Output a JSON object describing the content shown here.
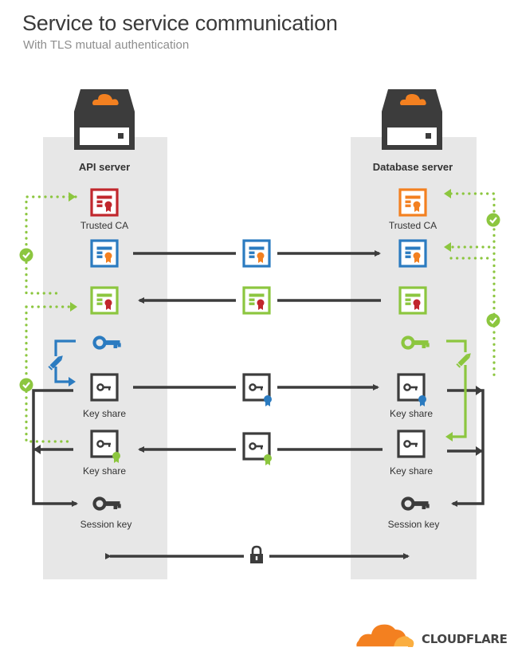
{
  "title": "Service to service communication",
  "subtitle": "With TLS mutual authentication",
  "left": {
    "header": "API server",
    "labels": {
      "trusted_ca": "Trusted CA",
      "key_share_1": "Key share",
      "key_share_2": "Key share",
      "session_key": "Session key"
    }
  },
  "right": {
    "header": "Database server",
    "labels": {
      "trusted_ca": "Trusted CA",
      "key_share_1": "Key share",
      "key_share_2": "Key share",
      "session_key": "Session key"
    }
  },
  "brand": {
    "name": "CLOUDFLARE"
  },
  "colors": {
    "red": "#c1272d",
    "orange": "#f38020",
    "blue": "#2b7bc0",
    "green": "#8cc63f",
    "dark": "#3c3c3c",
    "column": "#e6e6e6"
  }
}
